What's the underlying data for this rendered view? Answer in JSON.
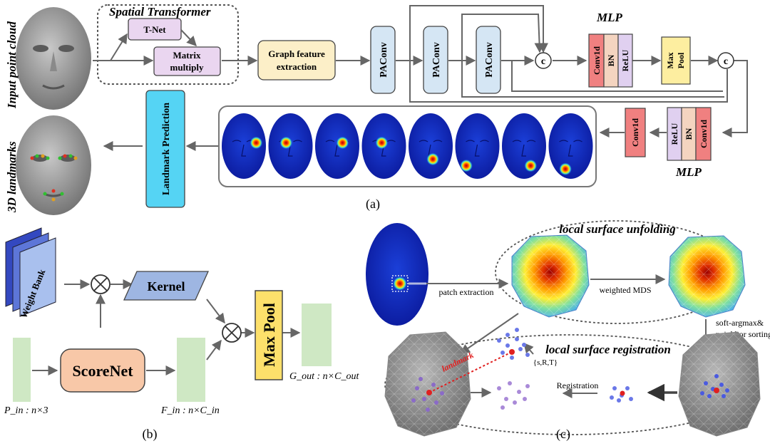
{
  "panel_a": {
    "side_labels": {
      "input": "Input point cloud",
      "landmarks": "3D landmarks"
    },
    "spatial_transformer": {
      "title": "Spatial Transformer",
      "tnet": "T-Net",
      "matmul_line1": "Matrix",
      "matmul_line2": "multiply"
    },
    "graph_feature_line1": "Graph feature",
    "graph_feature_line2": "extraction",
    "paconv": [
      "PAConv",
      "PAConv",
      "PAConv"
    ],
    "concat_symbol": "c",
    "mlp_top": {
      "title": "MLP",
      "layers": [
        "Conv1d",
        "BN",
        "ReLU"
      ]
    },
    "maxpool_line1": "Max",
    "maxpool_line2": "Pool",
    "mlp_bottom": {
      "title": "MLP",
      "layers": [
        "ReLU",
        "BN",
        "Conv1d"
      ]
    },
    "conv1d_single": "Conv1d",
    "landmark_prediction": "Landmark Prediction",
    "caption": "(a)"
  },
  "panel_b": {
    "weight_bank": "Weight Bank",
    "kernel": "Kernel",
    "scorenet": "ScoreNet",
    "maxpool": "Max Pool",
    "p_in": "P_in : n×3",
    "f_in": "F_in : n×C_in",
    "g_out": "G_out : n×C_out",
    "caption": "(b)"
  },
  "panel_c": {
    "unfolding_title": "local surface unfolding",
    "registration_title": "local surface registration",
    "patch_extraction": "patch extraction",
    "weighted_mds": "weighted MDS",
    "softargmax_line1": "soft-argmax&",
    "softargmax_line2": "neighbor sorting",
    "registration": "Registration",
    "srt": "{s,R,T}",
    "landmark_label": "landmark",
    "caption": "(c)"
  }
}
